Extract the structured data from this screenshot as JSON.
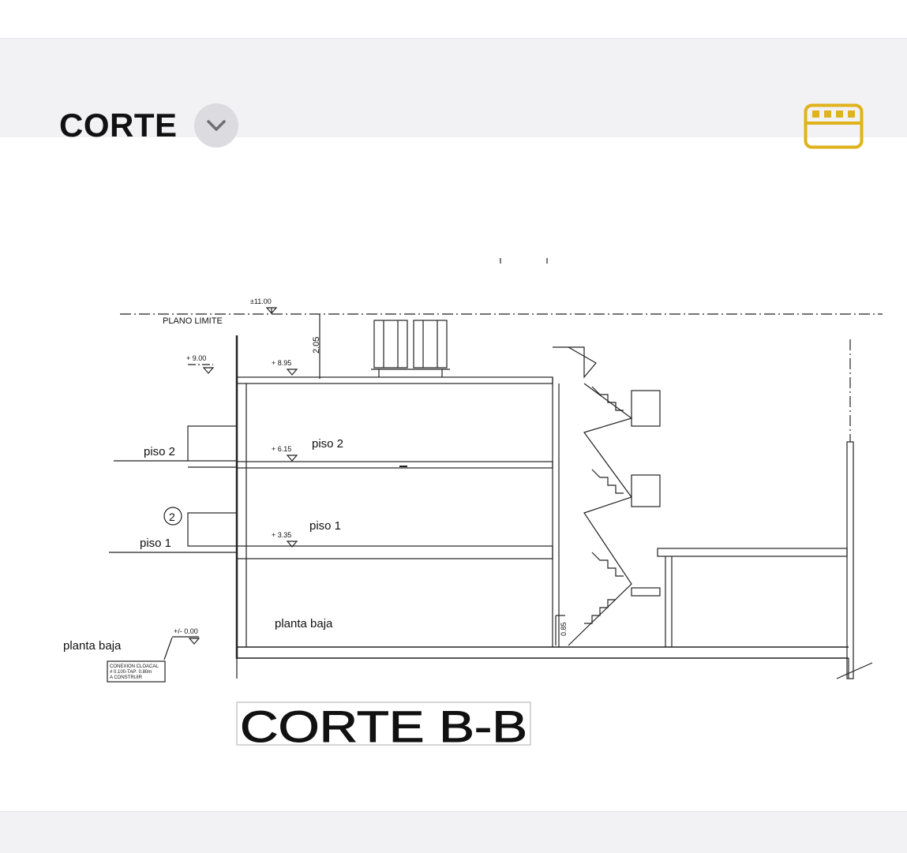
{
  "header": {
    "title": "CORTE",
    "dropdown_icon": "chevron-down-icon",
    "view_icon": "browser-window-icon",
    "accent": "#e0b21c"
  },
  "drawing": {
    "plano_limite": "PLANO LIMITE",
    "levels": {
      "l11": "±11.00",
      "l9": "+ 9.00",
      "l895": "+ 8.95",
      "l615": "+ 6.15",
      "l335": "+ 3.35",
      "l0": "+/- 0.00"
    },
    "dim_205": "2.05",
    "dim_085": "0.85",
    "floor_labels": {
      "piso2_left": "piso 2",
      "piso2_in": "piso 2",
      "piso1_left": "piso 1",
      "piso1_in": "piso 1",
      "pb_left": "planta baja",
      "pb_in": "planta baja"
    },
    "marker": "2",
    "note": [
      "CONEXION CLOACAL",
      "# 0.100-TAP: 0.80m",
      "A CONSTRUIR"
    ],
    "section_title": "CORTE B-B"
  }
}
